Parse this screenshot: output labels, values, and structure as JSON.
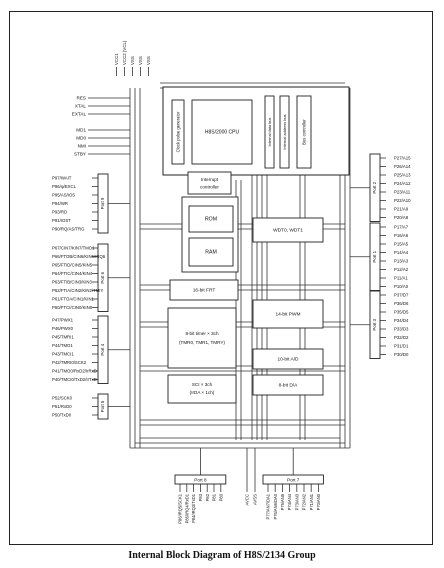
{
  "caption": "Internal Block Diagram of H8S/2134 Group",
  "power_pins": [
    "VCC1",
    "VCC2 (VCL)",
    "VSS",
    "VSS",
    "VSS"
  ],
  "control_pins": [
    "RES",
    "XTAL",
    "EXTAL",
    "MD1",
    "MD0",
    "NMI",
    "STBY"
  ],
  "modules": {
    "clock": "Clock pulse generator",
    "cpu": "H8S/2000 CPU",
    "internal_data_bus": "Internal data bus",
    "internal_address_bus": "Internal address bus",
    "bus_controller": "Bus controller",
    "interrupt": "Interrupt controller",
    "rom": "ROM",
    "ram": "RAM",
    "wdt": "WDT0, WDT1",
    "frt": "16-bit FRT",
    "pwm": "14-bit PWM",
    "timer_line1": "8-bit timer × 3ch",
    "timer_line2": "(TMR0, TMR1, TMRY)",
    "ad": "10-bit A/D",
    "da": "8-bit D/A",
    "sci_line1": "SCI × 3ch",
    "sci_line2": "(IrDA × 1ch)"
  },
  "ports": {
    "port9": {
      "label": "Port 9",
      "pins": [
        "P97/WAIT",
        "P96/φ/EXCL",
        "P95/AS/IOS",
        "P94/WR",
        "P93/RD",
        "P91/IOST",
        "P90/RQ/AS/TRG"
      ]
    },
    "port6": {
      "label": "Port 6",
      "pins": [
        "P67/CIN7/KIN7/TMO1",
        "P66/FTOB/CIN6/KIN6/IRQ6",
        "P65/FTID/CIN5/KIN5",
        "P64/FTIC/CIN4/KIN4",
        "P63/FTIB/CIN3/KIN3",
        "P62/FTIA/CIN2/KIN2/TMIY",
        "P61/FTOA/CIN1/KIN1",
        "P60/FTCI/CIN0/KIN0"
      ]
    },
    "port4": {
      "label": "Port 4",
      "pins": [
        "P47/PWX1",
        "P46/PWX0",
        "P45/TMRI1",
        "P44/TMO1",
        "P43/TMCI1",
        "P42/TMRI0/SCK2",
        "P41/TMO0/RxD2/IrRxD",
        "P40/TMCI0/TxD2/IrTxD"
      ]
    },
    "port5": {
      "label": "Port 5",
      "pins": [
        "P52/SCK0",
        "P51/RxD0",
        "P50/TxD0"
      ]
    },
    "port2": {
      "label": "Port 2",
      "pins": [
        "P27/A15",
        "P26/A14",
        "P25/A13",
        "P24/A12",
        "P23/A11",
        "P22/A10",
        "P21/A9",
        "P20/A8"
      ]
    },
    "port1": {
      "label": "Port 1",
      "pins": [
        "P17/A7",
        "P16/A6",
        "P15/A5",
        "P14/A4",
        "P13/A3",
        "P12/A2",
        "P11/A1",
        "P10/A0"
      ]
    },
    "port3": {
      "label": "Port 3",
      "pins": [
        "P37/D7",
        "P36/D6",
        "P35/D5",
        "P34/D4",
        "P33/D3",
        "P32/D2",
        "P31/D1",
        "P30/D0"
      ]
    },
    "port8": {
      "label": "Port 8",
      "pins": [
        "P86/IRQ5/SCK1",
        "P85/IRQ4/RxD1",
        "P84/IRQ3/TxD1",
        "P83",
        "P82",
        "P81",
        "P80"
      ]
    },
    "port7": {
      "label": "Port 7",
      "pins": [
        "P77/AN7/DA1",
        "P76/AN6/DA0",
        "P75/AN5",
        "P74/AN4",
        "P73/AN3",
        "P72/AN2",
        "P71/AN1",
        "P70/AN0"
      ]
    }
  },
  "analog_pins": [
    "AVCC",
    "AVSS"
  ]
}
